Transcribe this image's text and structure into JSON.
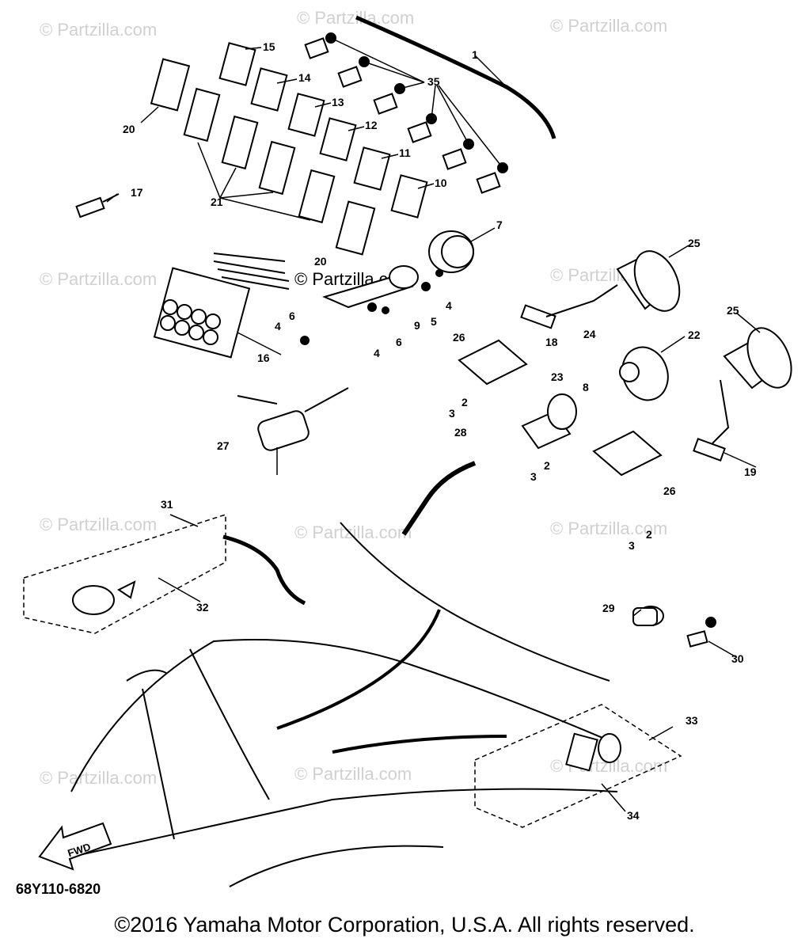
{
  "watermark": "© Partzilla.com",
  "diagram_code": "68Y110-6820",
  "copyright": "©2016  Yamaha Motor Corporation, U.S.A. All rights reserved.",
  "fwd_label": "FWD",
  "callouts": [
    "1",
    "2",
    "3",
    "4",
    "5",
    "6",
    "7",
    "8",
    "9",
    "10",
    "11",
    "12",
    "13",
    "14",
    "15",
    "16",
    "17",
    "18",
    "19",
    "20",
    "21",
    "22",
    "23",
    "24",
    "25",
    "26",
    "27",
    "28",
    "29",
    "30",
    "31",
    "32",
    "33",
    "34",
    "35"
  ]
}
